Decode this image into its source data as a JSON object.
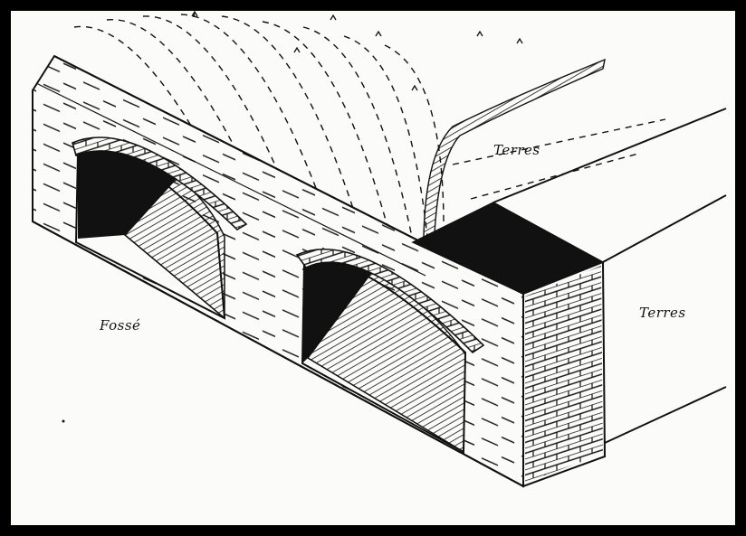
{
  "labels": {
    "ditch": "Fossé",
    "earth_top": "Terres",
    "earth_side": "Terres"
  },
  "colors": {
    "frame": "#000000",
    "paper": "#fbfbf9",
    "ink": "#111111"
  }
}
